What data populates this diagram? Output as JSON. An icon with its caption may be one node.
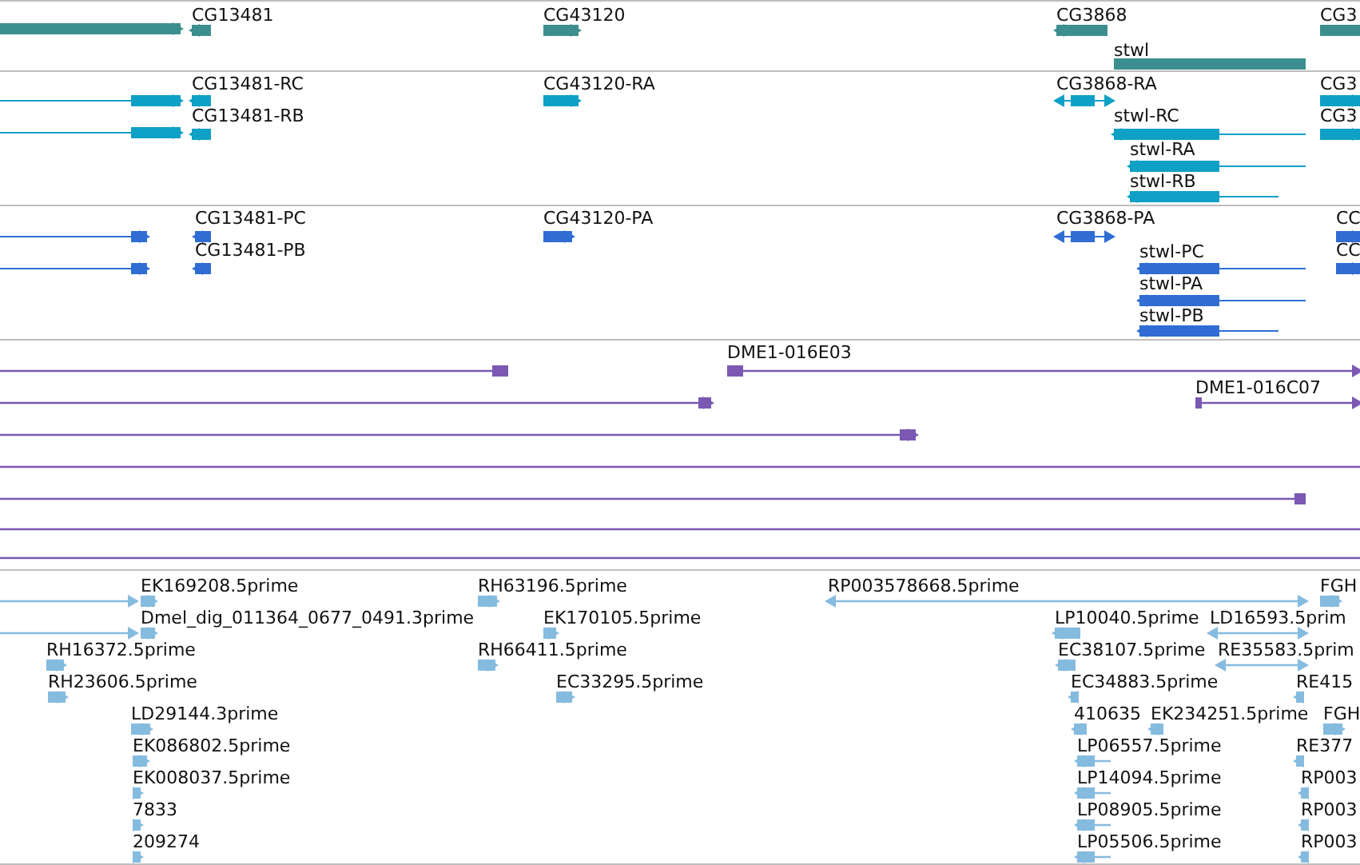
{
  "diagram": {
    "nodes": [
      {
        "text": [],
        "shape": "bar"
      },
      {
        "text": [
          "CG13481"
        ]
      },
      {
        "text": [
          "CG43120"
        ]
      },
      {
        "text": [
          "CG3868"
        ]
      },
      {
        "text": [
          "CG3"
        ]
      },
      {
        "text": [
          "stwl"
        ]
      },
      {
        "text": [],
        "shape": "bar"
      },
      {
        "text": [
          "CG13481-RC"
        ]
      },
      {
        "text": [
          "CG43120-RA"
        ]
      },
      {
        "text": [
          "CG3868-RA"
        ]
      },
      {
        "text": [
          "CG3"
        ]
      },
      {
        "text": [],
        "shape": "bar"
      },
      {
        "text": [
          "CG13481-RB"
        ]
      },
      {
        "text": [
          "stwl-RC"
        ]
      },
      {
        "text": [
          "CG3"
        ]
      },
      {
        "text": [
          "stwl-RA"
        ]
      },
      {
        "text": [
          "stwl-RB"
        ]
      },
      {
        "text": [],
        "shape": "bar"
      },
      {
        "text": [
          "CG13481-PC"
        ]
      },
      {
        "text": [
          "CG43120-PA"
        ]
      },
      {
        "text": [
          "CG3868-PA"
        ]
      },
      {
        "text": [
          "CC"
        ]
      },
      {
        "text": [],
        "shape": "bar"
      },
      {
        "text": [
          "CG13481-PB"
        ]
      },
      {
        "text": [
          "stwl-PC"
        ]
      },
      {
        "text": [
          "CC"
        ]
      },
      {
        "text": [
          "stwl-PA"
        ]
      },
      {
        "text": [
          "stwl-PB"
        ]
      },
      {
        "text": [],
        "shape": "bar"
      },
      {
        "text": [
          "DME1-016E03"
        ]
      },
      {
        "text": [],
        "shape": "bar"
      },
      {
        "text": [
          "DME1-016C07"
        ]
      },
      {
        "text": [],
        "shape": "bar"
      },
      {
        "text": [],
        "shape": "bar"
      },
      {
        "text": [],
        "shape": "bar"
      },
      {
        "text": [],
        "shape": "bar"
      },
      {
        "text": [],
        "shape": "bar"
      },
      {
        "text": [],
        "shape": "bar"
      },
      {
        "text": [
          "EK169208.5prime"
        ]
      },
      {
        "text": [
          "RH63196.5prime"
        ]
      },
      {
        "text": [
          "RP003578668.5prime"
        ]
      },
      {
        "text": [
          "FGH"
        ]
      },
      {
        "text": [],
        "shape": "bar"
      },
      {
        "text": [
          "Dmel_dig_011364_0677_0491.3prime"
        ]
      },
      {
        "text": [
          "EK170105.5prime"
        ]
      },
      {
        "text": [
          "LP10040.5prime"
        ]
      },
      {
        "text": [
          "LD16593.5prim"
        ]
      },
      {
        "text": [
          "RH16372.5prime"
        ]
      },
      {
        "text": [
          "RH66411.5prime"
        ]
      },
      {
        "text": [
          "EC38107.5prime"
        ]
      },
      {
        "text": [
          "RE35583.5prim"
        ]
      },
      {
        "text": [
          "RH23606.5prime"
        ]
      },
      {
        "text": [
          "EC33295.5prime"
        ]
      },
      {
        "text": [
          "EC34883.5prime"
        ]
      },
      {
        "text": [
          "RE415"
        ]
      },
      {
        "text": [
          "LD29144.3prime"
        ]
      },
      {
        "text": [
          "410635"
        ]
      },
      {
        "text": [
          "EK234251.5prime"
        ]
      },
      {
        "text": [
          "FGH"
        ]
      },
      {
        "text": [
          "EK086802.5prime"
        ]
      },
      {
        "text": [
          "LP06557.5prime"
        ]
      },
      {
        "text": [
          "RE377"
        ]
      },
      {
        "text": [
          "EK008037.5prime"
        ]
      },
      {
        "text": [
          "LP14094.5prime"
        ]
      },
      {
        "text": [
          "RP003"
        ]
      },
      {
        "text": [
          "7833"
        ]
      },
      {
        "text": [
          "LP08905.5prime"
        ]
      },
      {
        "text": [
          "RP003"
        ]
      },
      {
        "text": [
          "209274"
        ]
      },
      {
        "text": [
          "LP05506.5prime"
        ]
      },
      {
        "text": [
          "RP003"
        ]
      }
    ]
  }
}
